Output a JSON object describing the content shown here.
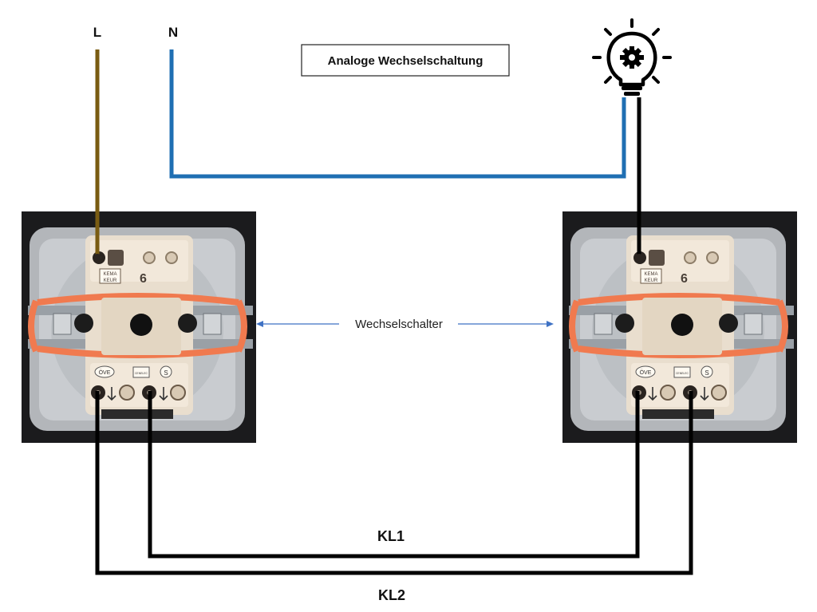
{
  "title": "Analoge Wechselschaltung",
  "wire_labels": {
    "phase": "L",
    "neutral": "N",
    "kl1": "KL1",
    "kl2": "KL2"
  },
  "switch_label": "Wechselschalter",
  "switch_markings": {
    "number": "6",
    "cert_top": "KEMA",
    "cert_bottom": "KEUR",
    "ove": "ÖVE",
    "cenelec": "CENELEC",
    "safety": "S"
  },
  "icons": {
    "lamp": "light-bulb-icon"
  },
  "colors": {
    "phase": "#7a5c12",
    "neutral": "#1f6fb3",
    "switched": "#000000",
    "arrow": "#3f72c4",
    "background": "#ffffff",
    "switch_body": "#efe4d3",
    "switch_frame": "#b9bcc0",
    "rubber_band": "#f07a4f"
  }
}
